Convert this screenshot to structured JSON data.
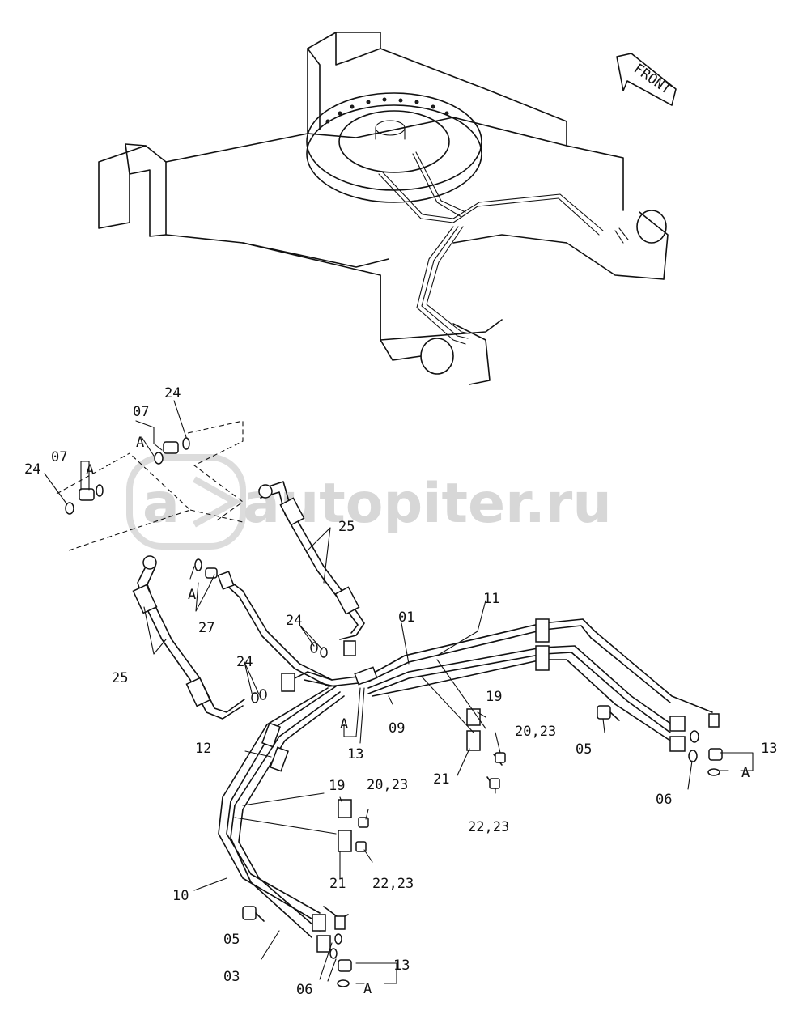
{
  "diagram": {
    "front_arrow_label": "FRONT",
    "watermark": "autopiter.ru",
    "callouts": {
      "c01": "01",
      "c03": "03",
      "c05a": "05",
      "c05b": "05",
      "c06a": "06",
      "c06b": "06",
      "c07a": "07",
      "c07b": "07",
      "c09": "09",
      "c10": "10",
      "c11": "11",
      "c12": "12",
      "c13a": "13",
      "c13b": "13",
      "c13c": "13",
      "c19a": "19",
      "c19b": "19",
      "c20a": "20,23",
      "c20b": "20,23",
      "c21a": "21",
      "c21b": "21",
      "c22a": "22,23",
      "c22b": "22,23",
      "c24a": "24",
      "c24b": "24",
      "c24c": "24",
      "c24d": "24",
      "c25a": "25",
      "c25b": "25",
      "c27": "27",
      "a1": "A",
      "a2": "A",
      "a3": "A",
      "a4": "A",
      "a5": "A",
      "a6": "A"
    }
  }
}
